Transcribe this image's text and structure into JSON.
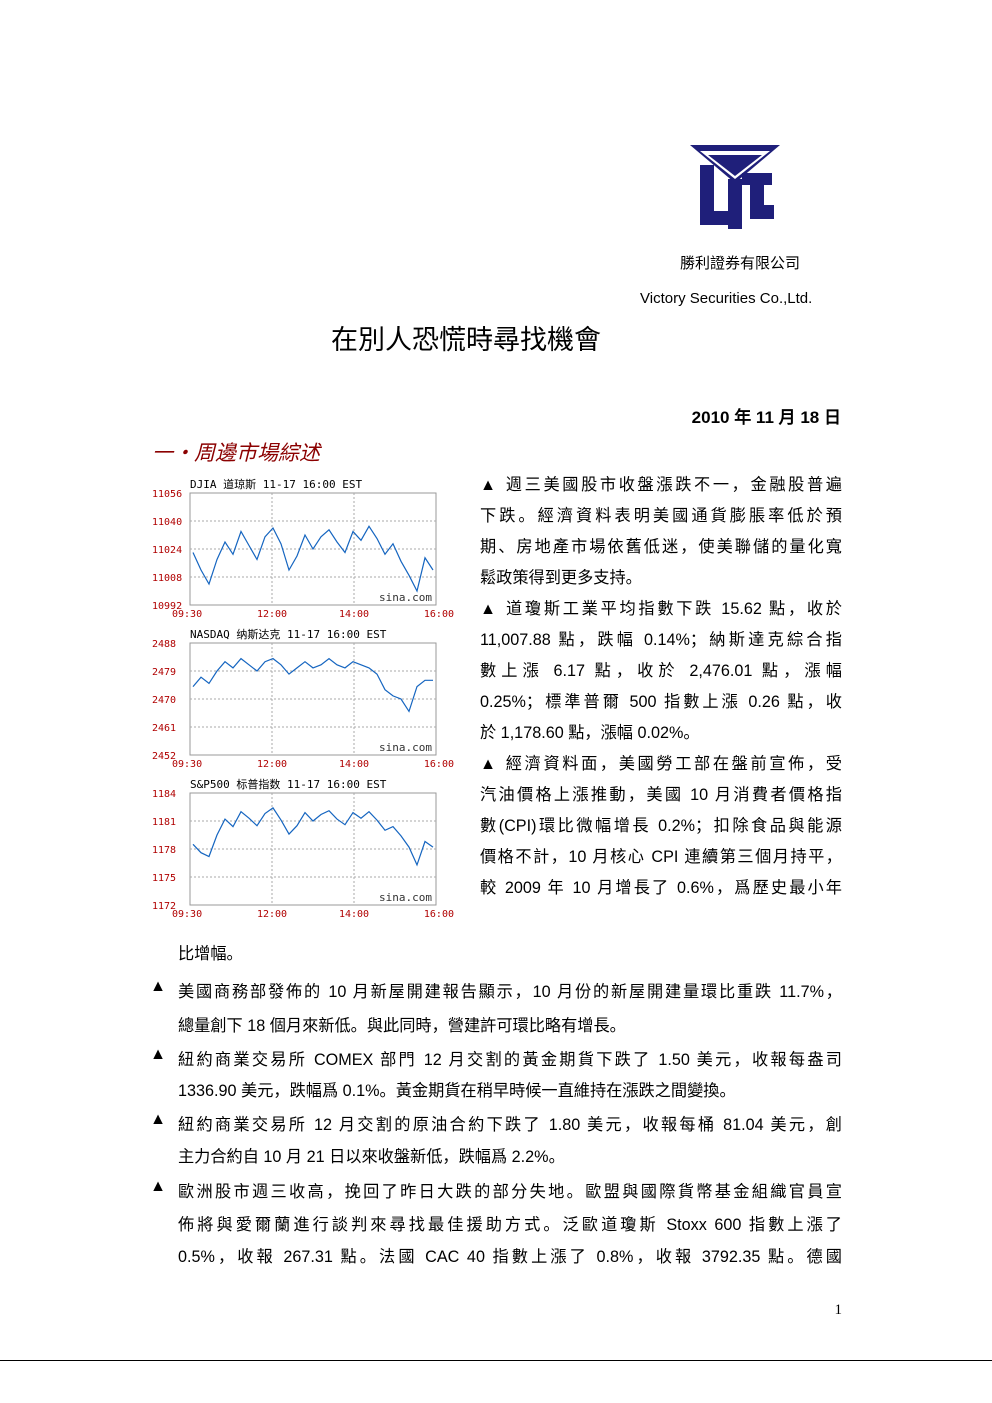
{
  "header": {
    "company_cn": "勝利證券有限公司",
    "company_en": "Victory Securities Co.,Ltd.",
    "logo_color": "#1f1f7a"
  },
  "title": "在別人恐慌時尋找機會",
  "date": "2010 年 11 月 18 日",
  "section_heading": "一・周邊市場綜述",
  "chart_data": [
    {
      "type": "line",
      "title": "DJIA 道琼斯 11-17 16:00 EST",
      "watermark": "sina.com",
      "x_ticks": [
        "09:30",
        "12:00",
        "14:00",
        "16:00"
      ],
      "y_ticks": [
        "11056",
        "11040",
        "11024",
        "11008",
        "10992"
      ],
      "ylim": [
        10992,
        11056
      ],
      "series": [
        {
          "values": [
            11022,
            11012,
            11004,
            11018,
            11028,
            11021,
            11034,
            11026,
            11018,
            11031,
            11036,
            11027,
            11012,
            11020,
            11032,
            11024,
            11031,
            11035,
            11028,
            11022,
            11034,
            11029,
            11037,
            11030,
            11021,
            11027,
            11017,
            11009,
            11000,
            11019,
            11012
          ]
        }
      ],
      "grid": true
    },
    {
      "type": "line",
      "title": "NASDAQ 纳斯达克 11-17 16:00 EST",
      "watermark": "sina.com",
      "x_ticks": [
        "09:30",
        "12:00",
        "14:00",
        "16:00"
      ],
      "y_ticks": [
        "2488",
        "2479",
        "2470",
        "2461",
        "2452"
      ],
      "ylim": [
        2452,
        2488
      ],
      "series": [
        {
          "values": [
            2474,
            2477,
            2475,
            2479,
            2482,
            2480,
            2483,
            2481,
            2479,
            2482,
            2483,
            2481,
            2478,
            2480,
            2482,
            2480,
            2481,
            2483,
            2481,
            2480,
            2482,
            2481,
            2480,
            2478,
            2473,
            2471,
            2470,
            2466,
            2474,
            2476,
            2476
          ]
        }
      ],
      "grid": true
    },
    {
      "type": "line",
      "title": "S&P500 标普指数 11-17 16:00 EST",
      "watermark": "sina.com",
      "x_ticks": [
        "09:30",
        "12:00",
        "14:00",
        "16:00"
      ],
      "y_ticks": [
        "1184",
        "1181",
        "1178",
        "1175",
        "1172"
      ],
      "ylim": [
        1172,
        1184
      ],
      "series": [
        {
          "values": [
            1178.5,
            1177.6,
            1177.2,
            1179.5,
            1181.2,
            1180.4,
            1182.0,
            1181.3,
            1180.5,
            1181.8,
            1182.4,
            1181.1,
            1179.6,
            1180.5,
            1181.9,
            1181.0,
            1181.7,
            1182.1,
            1181.2,
            1180.6,
            1181.9,
            1181.3,
            1182.0,
            1181.1,
            1180.0,
            1180.4,
            1179.4,
            1178.2,
            1176.3,
            1178.8,
            1178.2
          ]
        }
      ],
      "grid": true
    }
  ],
  "intro_lines": [
    "▲ 週三美國股市收盤漲跌不一，金融股普遍",
    "下跌。經濟資料表明美國通貨膨脹率低於預",
    "期、房地產市場依舊低迷，使美聯儲的量化寬",
    "鬆政策得到更多支持。",
    "▲ 道瓊斯工業平均指數下跌 15.62 點，收於",
    "11,007.88 點，跌幅 0.14%；納斯達克綜合指",
    "數上漲 6.17 點，收於 2,476.01 點，漲幅",
    "0.25%；標準普爾 500 指數上漲 0.26 點，收",
    "於 1,178.60 點，漲幅 0.02%。",
    "▲ 經濟資料面，美國勞工部在盤前宣佈，受",
    "汽油價格上漲推動，美國 10 月消費者價格指",
    "數(CPI)環比微幅增長 0.2%；扣除食品與能源",
    "價格不計，10 月核心 CPI 連續第三個月持平，",
    "較 2009 年 10 月增長了 0.6%，爲歷史最小年"
  ],
  "intro_continuation": "比增幅。",
  "bullets": [
    {
      "marker": "▲",
      "lines": [
        "美國商務部發佈的 10 月新屋開建報告顯示，10 月份的新屋開建量環比重跌 11.7%，",
        "總量創下 18 個月來新低。與此同時，營建許可環比略有增長。"
      ]
    },
    {
      "marker": "▲",
      "lines": [
        "紐約商業交易所 COMEX 部門 12 月交割的黃金期貨下跌了 1.50 美元，收報每盎司",
        "1336.90 美元，跌幅爲 0.1%。黃金期貨在稍早時候一直維持在漲跌之間變換。"
      ]
    },
    {
      "marker": "▲",
      "lines": [
        "紐約商業交易所 12 月交割的原油合約下跌了 1.80 美元，收報每桶 81.04 美元，創",
        "主力合約自 10 月 21 日以來收盤新低，跌幅爲 2.2%。"
      ]
    },
    {
      "marker": "▲",
      "lines": [
        "歐洲股市週三收高，挽回了昨日大跌的部分失地。歐盟與國際貨幣基金組織官員宣",
        "佈將與愛爾蘭進行談判來尋找最佳援助方式。泛歐道瓊斯 Stoxx 600 指數上漲了",
        "0.5%，收報 267.31 點。法國 CAC 40 指數上漲了 0.8%，收報 3792.35 點。德國"
      ]
    }
  ],
  "page_number": "1"
}
